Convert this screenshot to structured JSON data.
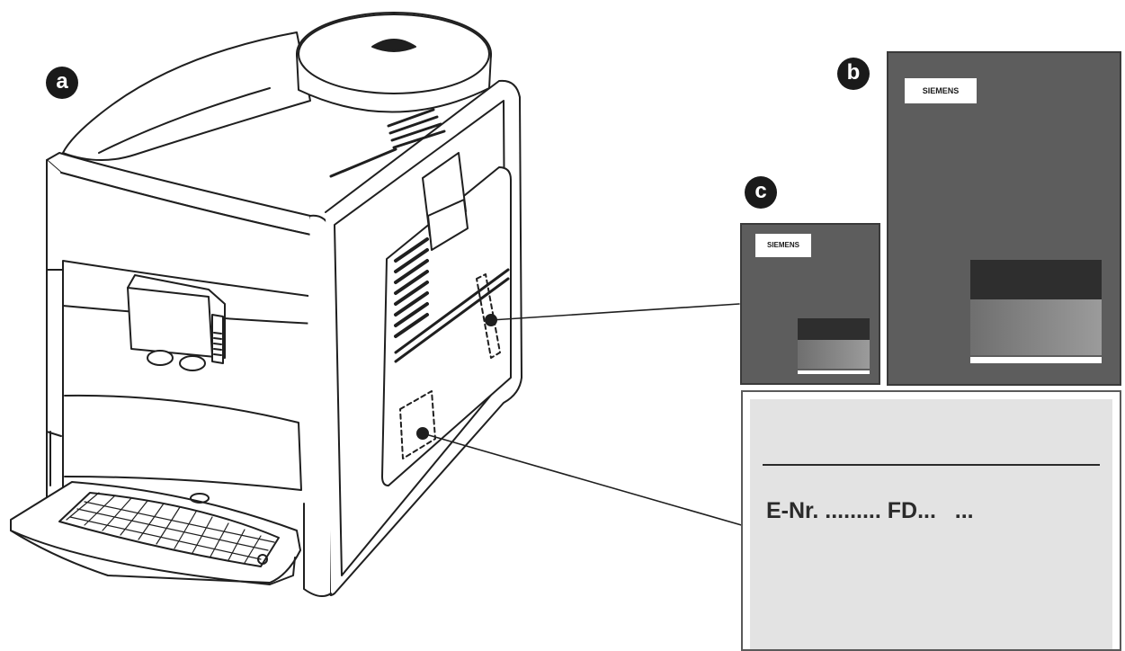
{
  "callouts": {
    "a": "a",
    "b": "b",
    "c": "c"
  },
  "label_small": {
    "brand": "SIEMENS"
  },
  "label_large": {
    "brand": "SIEMENS"
  },
  "rating_plate": {
    "text": "E-Nr. ......... FD...   ..."
  },
  "colors": {
    "label_background": "#5d5d5d",
    "label_dark_band": "#2e2e2e",
    "plate_background": "#e3e3e3",
    "outline": "#1a1a1a"
  }
}
